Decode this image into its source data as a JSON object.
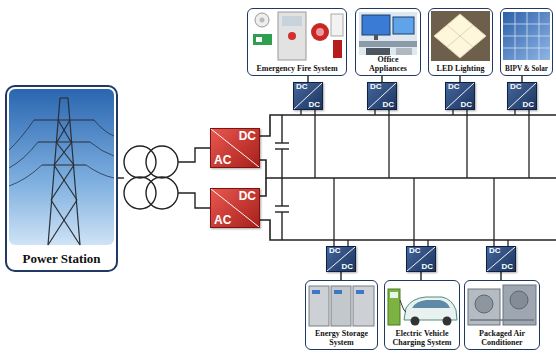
{
  "diagram": {
    "nodes": [
      {
        "text": [
          "Emergency Fire System"
        ]
      },
      {
        "text": [
          "Office Appliances"
        ]
      },
      {
        "text": [
          "LED Lighting"
        ]
      },
      {
        "text": [
          "BIPV & Solar"
        ]
      },
      {
        "text": [
          "Power Station"
        ]
      },
      {
        "text": [
          "DC",
          "AC"
        ]
      },
      {
        "text": [
          "DC",
          "AC"
        ]
      },
      {
        "text": [
          "DC",
          "DC"
        ]
      },
      {
        "text": [
          "DC",
          "DC"
        ]
      },
      {
        "text": [
          "DC",
          "DC"
        ]
      },
      {
        "text": [
          "DC",
          "DC"
        ]
      },
      {
        "text": [
          "DC",
          "DC"
        ]
      },
      {
        "text": [
          "DC",
          "DC"
        ]
      },
      {
        "text": [
          "DC",
          "DC"
        ]
      },
      {
        "text": [
          "Energy Storage System"
        ]
      },
      {
        "text": [
          "Electric Vehicle Charging System"
        ]
      },
      {
        "text": [
          "Packaged Air Conditioner"
        ]
      }
    ],
    "edges": [
      {
        "from": 7,
        "to": 0,
        "arrow": "none"
      },
      {
        "from": 8,
        "to": 1,
        "arrow": "none"
      },
      {
        "from": 9,
        "to": 2,
        "arrow": "none"
      },
      {
        "from": 10,
        "to": 3,
        "arrow": "none"
      },
      {
        "from": 11,
        "to": 14,
        "arrow": "none"
      },
      {
        "from": 12,
        "to": 15,
        "arrow": "none"
      },
      {
        "from": 13,
        "to": 16,
        "arrow": "none"
      }
    ]
  }
}
